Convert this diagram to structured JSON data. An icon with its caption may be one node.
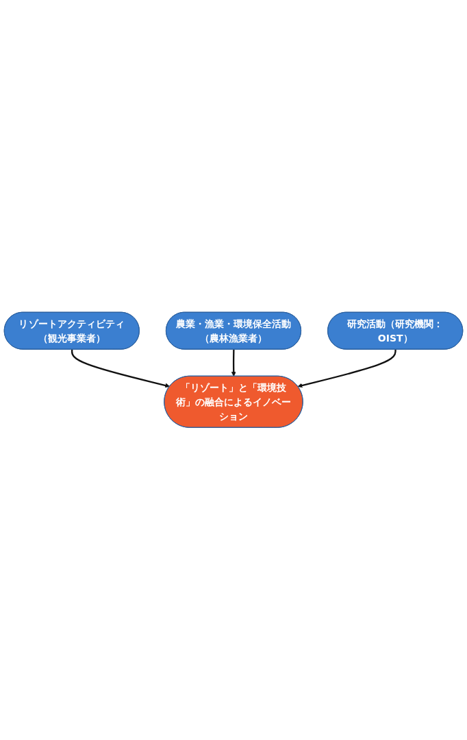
{
  "diagram": {
    "nodes": [
      {
        "text": [
          "リゾートアクティビティ（観光事業者）"
        ]
      },
      {
        "text": [
          "農業・漁業・環境保全活動（農林漁業者）"
        ]
      },
      {
        "text": [
          "「リゾート」と「環境技術」の融合によるイノベーション"
        ]
      },
      {
        "text": [
          "研究活動（研究機関：OIST）"
        ]
      }
    ],
    "edges": [
      {
        "from": 0,
        "to": 2,
        "arrow": "to"
      },
      {
        "from": 1,
        "to": 2,
        "arrow": "to"
      },
      {
        "from": 3,
        "to": 2,
        "arrow": "to"
      }
    ]
  }
}
